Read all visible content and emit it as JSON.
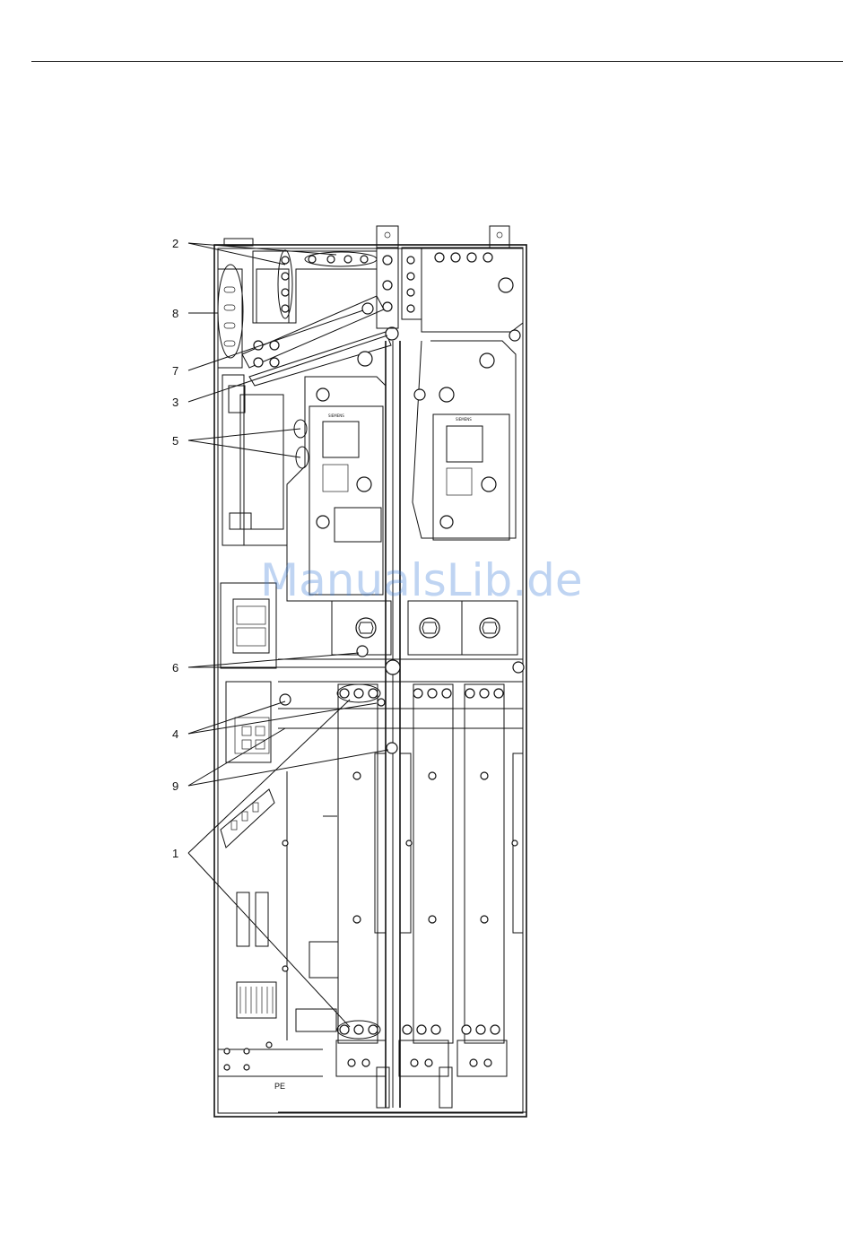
{
  "callouts": [
    {
      "id": "2",
      "label": "2"
    },
    {
      "id": "8",
      "label": "8"
    },
    {
      "id": "7",
      "label": "7"
    },
    {
      "id": "3",
      "label": "3"
    },
    {
      "id": "5",
      "label": "5"
    },
    {
      "id": "6",
      "label": "6"
    },
    {
      "id": "4",
      "label": "4"
    },
    {
      "id": "9",
      "label": "9"
    },
    {
      "id": "1",
      "label": "1"
    }
  ],
  "labels": {
    "pe": "PE",
    "siemens_left": "SIEMENS",
    "siemens_right": "SIEMENS"
  },
  "watermark": "ManualsLib.de",
  "colors": {
    "watermark": "#3b7dd8",
    "line": "#111111"
  }
}
